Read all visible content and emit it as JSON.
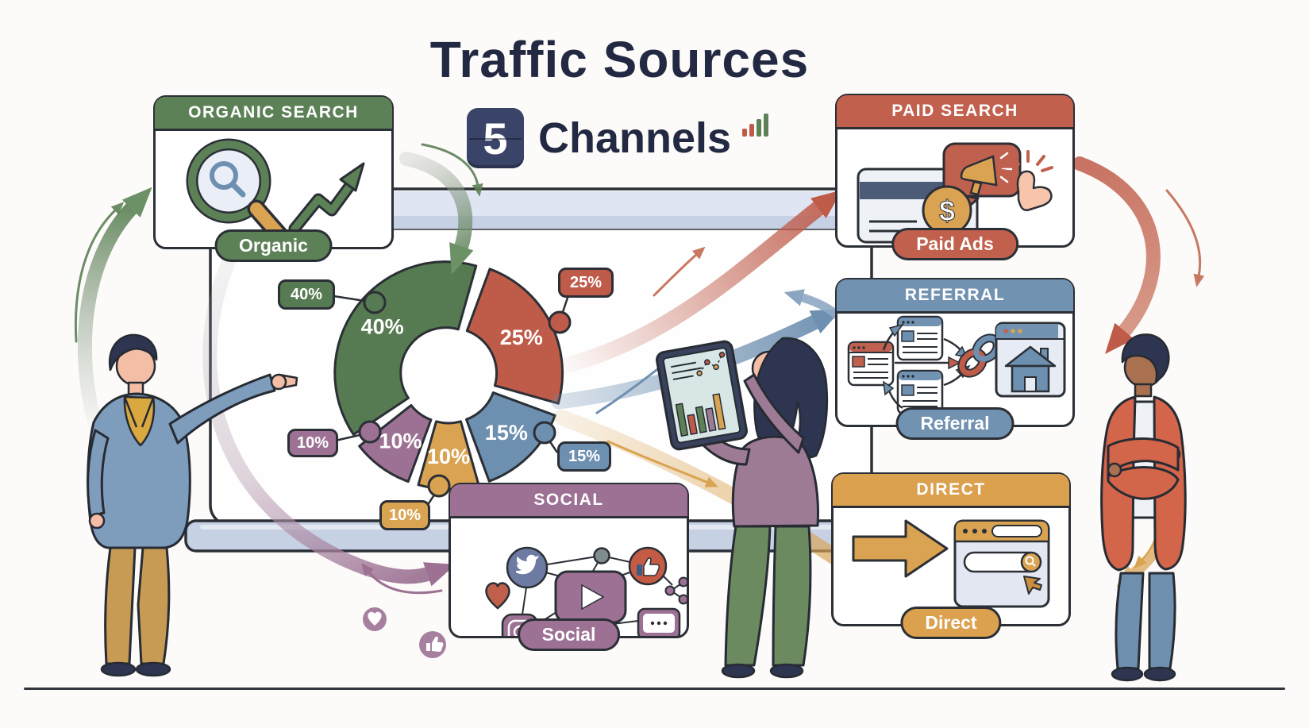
{
  "title": "Traffic Sources",
  "badge": {
    "count": "5",
    "label": "Channels",
    "bars_icon_colors": [
      "#bf5b49",
      "#bf5b49",
      "#5d8157",
      "#5d8157"
    ]
  },
  "cards": {
    "organic": {
      "header": "ORGANIC SEARCH",
      "pill": "Organic",
      "color": "#5d8157",
      "icons": [
        "magnifier-icon",
        "growth-arrow-icon"
      ]
    },
    "paid": {
      "header": "PAID SEARCH",
      "pill": "Paid Ads",
      "color": "#c2604e",
      "coin_symbol": "$",
      "icons": [
        "credit-card-icon",
        "megaphone-ad-icon",
        "dollar-coin-icon",
        "click-hand-icon"
      ]
    },
    "referral": {
      "header": "REFERRAL",
      "pill": "Referral",
      "color": "#7292b2",
      "icons": [
        "webpage-icon",
        "link-chain-icon",
        "home-site-icon"
      ]
    },
    "direct": {
      "header": "DIRECT",
      "pill": "Direct",
      "color": "#dba14f",
      "icons": [
        "right-arrow-icon",
        "browser-search-icon",
        "cursor-icon"
      ]
    },
    "social": {
      "header": "SOCIAL",
      "pill": "Social",
      "color": "#9c7193",
      "icons": [
        "twitter-icon",
        "thumbs-up-icon",
        "play-button-icon",
        "instagram-icon",
        "chat-bubble-icon",
        "share-icon",
        "heart-icon"
      ]
    }
  },
  "chart_data": {
    "type": "pie",
    "donut": true,
    "title": "Traffic Sources",
    "rotation_deg": 144,
    "segments": [
      {
        "label": "Organic Search",
        "value": 40,
        "display": "40%",
        "color": "#567a51"
      },
      {
        "label": "Paid Search",
        "value": 25,
        "display": "25%",
        "color": "#bf5b49"
      },
      {
        "label": "Referral",
        "value": 15,
        "display": "15%",
        "color": "#6d8fb0"
      },
      {
        "label": "Direct",
        "value": 10,
        "display": "10%",
        "color": "#d9a352"
      },
      {
        "label": "Social",
        "value": 10,
        "display": "10%",
        "color": "#9c7193"
      }
    ],
    "callout_labels": [
      "40%",
      "25%",
      "15%",
      "10%",
      "10%"
    ],
    "legend_position": "none",
    "grid": false
  }
}
